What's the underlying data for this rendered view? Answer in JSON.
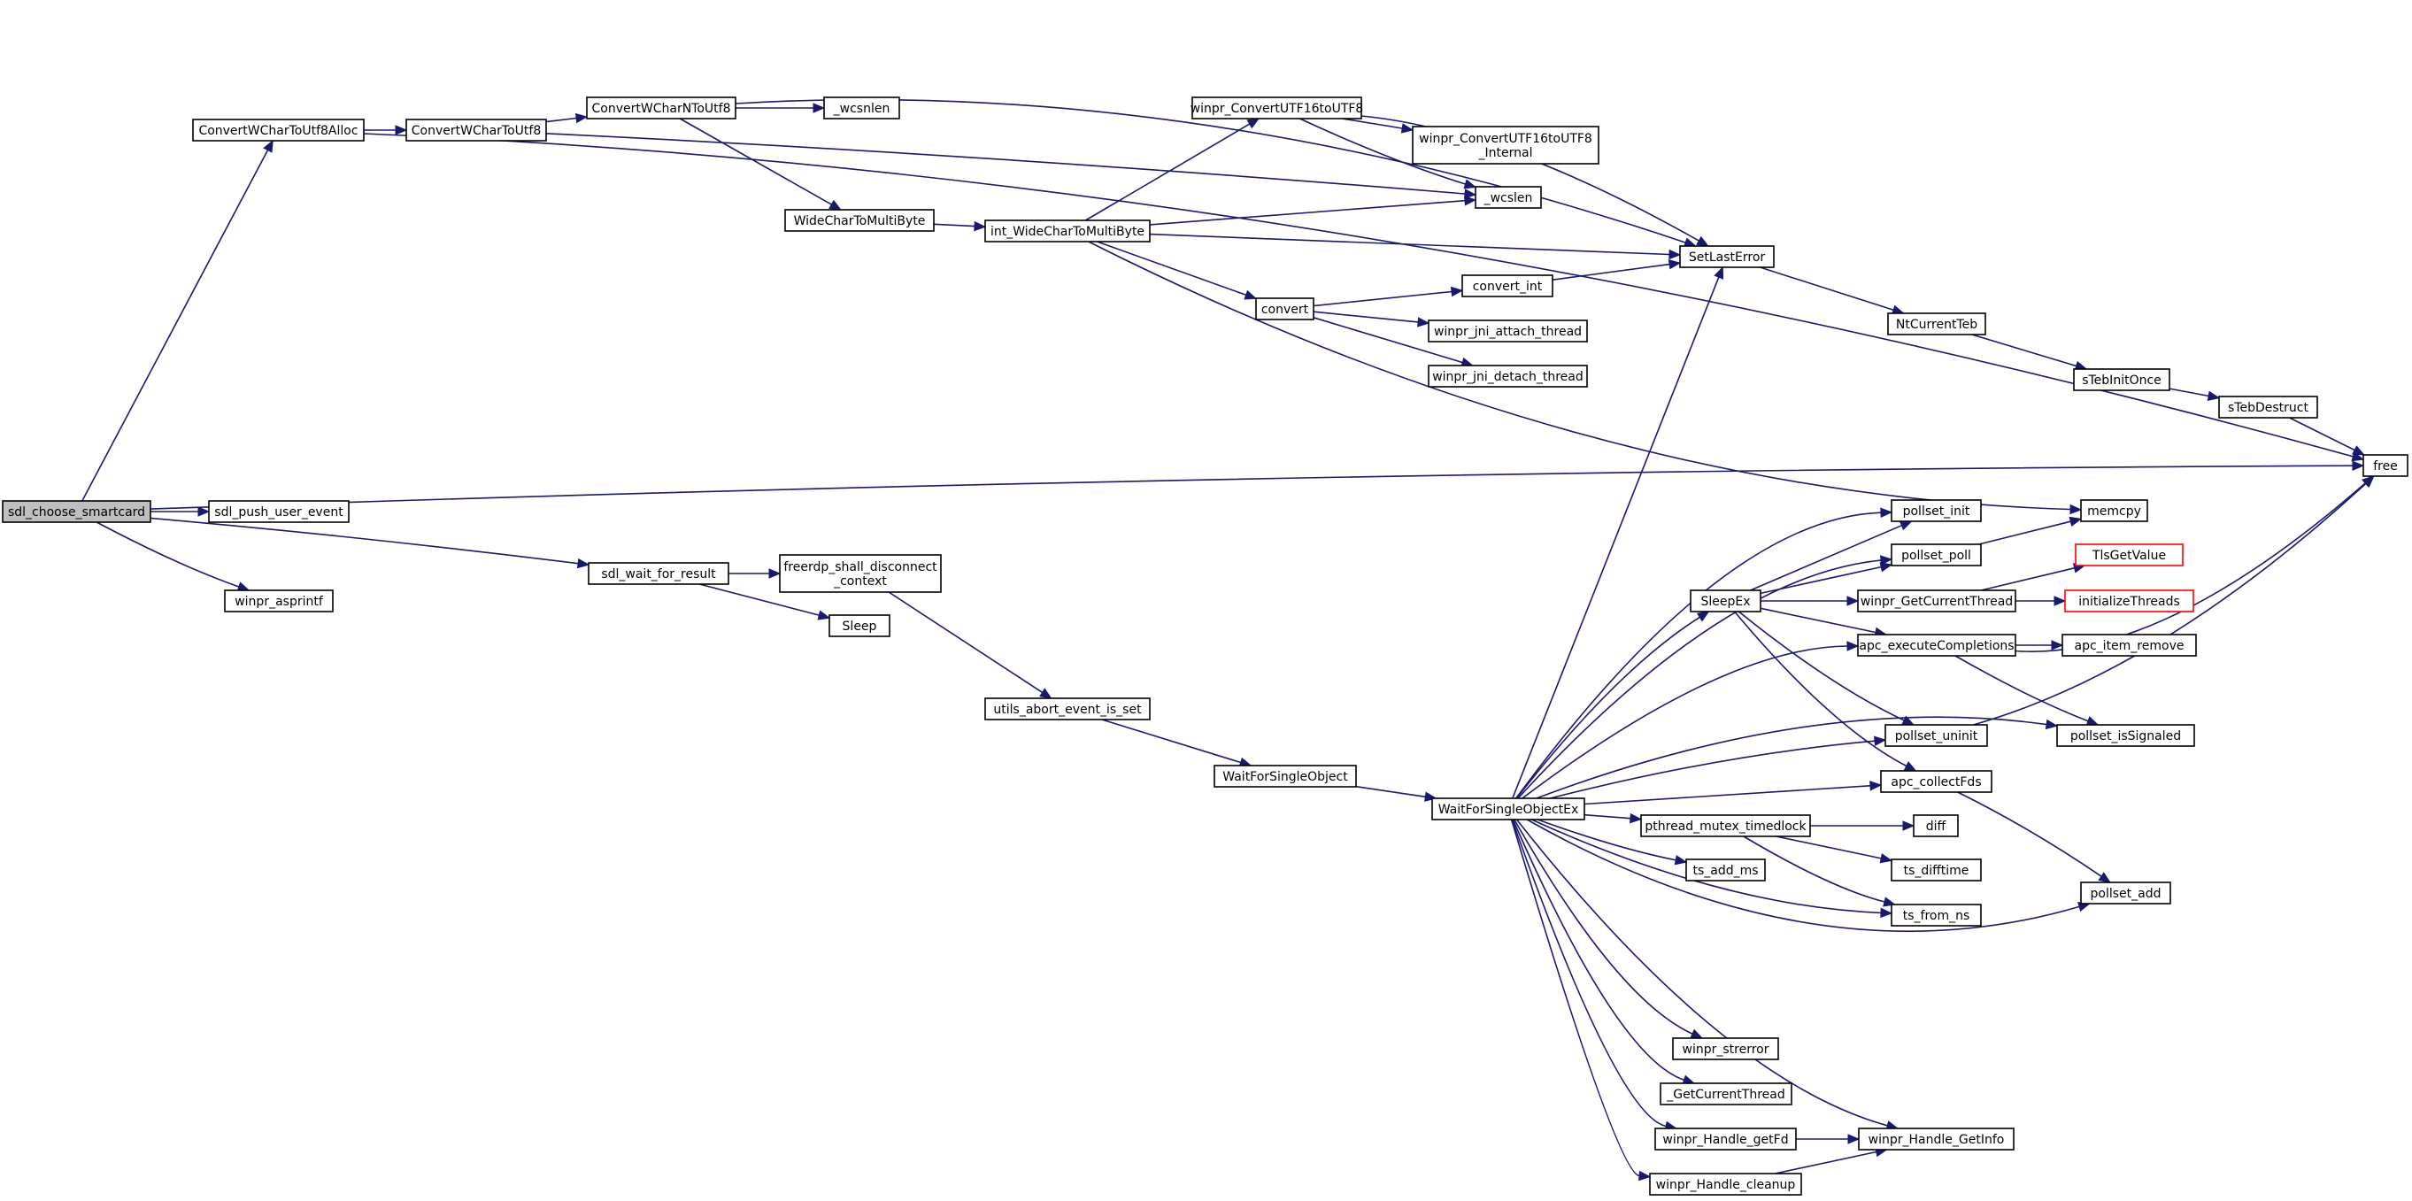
{
  "colors": {
    "edge": "#191970",
    "node_border": "#000000",
    "root_fill": "#bfbfbf",
    "truncated_border": "#ff0000"
  },
  "nodes": [
    {
      "id": "sdl_choose_smartcard",
      "lines": [
        "sdl_choose_smartcard"
      ],
      "kind": "root"
    },
    {
      "id": "ConvertWCharToUtf8Alloc",
      "lines": [
        "ConvertWCharToUtf8Alloc"
      ]
    },
    {
      "id": "ConvertWCharToUtf8",
      "lines": [
        "ConvertWCharToUtf8"
      ]
    },
    {
      "id": "ConvertWCharNToUtf8",
      "lines": [
        "ConvertWCharNToUtf8"
      ]
    },
    {
      "id": "_wcsnlen",
      "lines": [
        "_wcsnlen"
      ]
    },
    {
      "id": "WideCharToMultiByte",
      "lines": [
        "WideCharToMultiByte"
      ]
    },
    {
      "id": "int_WideCharToMultiByte",
      "lines": [
        "int_WideCharToMultiByte"
      ]
    },
    {
      "id": "winpr_ConvertUTF16toUTF8",
      "lines": [
        "winpr_ConvertUTF16toUTF8"
      ]
    },
    {
      "id": "winpr_ConvertUTF16toUTF8_Internal",
      "lines": [
        "winpr_ConvertUTF16toUTF8",
        "_Internal"
      ]
    },
    {
      "id": "_wcslen",
      "lines": [
        "_wcslen"
      ]
    },
    {
      "id": "SetLastError",
      "lines": [
        "SetLastError"
      ]
    },
    {
      "id": "convert",
      "lines": [
        "convert"
      ]
    },
    {
      "id": "convert_int",
      "lines": [
        "convert_int"
      ]
    },
    {
      "id": "winpr_jni_attach_thread",
      "lines": [
        "winpr_jni_attach_thread"
      ]
    },
    {
      "id": "winpr_jni_detach_thread",
      "lines": [
        "winpr_jni_detach_thread"
      ]
    },
    {
      "id": "NtCurrentTeb",
      "lines": [
        "NtCurrentTeb"
      ]
    },
    {
      "id": "sTebInitOnce",
      "lines": [
        "sTebInitOnce"
      ]
    },
    {
      "id": "sTebDestruct",
      "lines": [
        "sTebDestruct"
      ]
    },
    {
      "id": "free",
      "lines": [
        "free"
      ]
    },
    {
      "id": "memcpy",
      "lines": [
        "memcpy"
      ]
    },
    {
      "id": "sdl_push_user_event",
      "lines": [
        "sdl_push_user_event"
      ]
    },
    {
      "id": "winpr_asprintf",
      "lines": [
        "winpr_asprintf"
      ]
    },
    {
      "id": "sdl_wait_for_result",
      "lines": [
        "sdl_wait_for_result"
      ]
    },
    {
      "id": "freerdp_shall_disconnect_context",
      "lines": [
        "freerdp_shall_disconnect",
        "_context"
      ]
    },
    {
      "id": "Sleep",
      "lines": [
        "Sleep"
      ]
    },
    {
      "id": "utils_abort_event_is_set",
      "lines": [
        "utils_abort_event_is_set"
      ]
    },
    {
      "id": "WaitForSingleObject",
      "lines": [
        "WaitForSingleObject"
      ]
    },
    {
      "id": "WaitForSingleObjectEx",
      "lines": [
        "WaitForSingleObjectEx"
      ]
    },
    {
      "id": "pollset_init",
      "lines": [
        "pollset_init"
      ]
    },
    {
      "id": "pollset_poll",
      "lines": [
        "pollset_poll"
      ]
    },
    {
      "id": "SleepEx",
      "lines": [
        "SleepEx"
      ]
    },
    {
      "id": "winpr_GetCurrentThread",
      "lines": [
        "winpr_GetCurrentThread"
      ]
    },
    {
      "id": "TlsGetValue",
      "lines": [
        "TlsGetValue"
      ],
      "kind": "truncated"
    },
    {
      "id": "initializeThreads",
      "lines": [
        "initializeThreads"
      ],
      "kind": "truncated"
    },
    {
      "id": "apc_executeCompletions",
      "lines": [
        "apc_executeCompletions"
      ]
    },
    {
      "id": "apc_item_remove",
      "lines": [
        "apc_item_remove"
      ]
    },
    {
      "id": "pollset_uninit",
      "lines": [
        "pollset_uninit"
      ]
    },
    {
      "id": "pollset_isSignaled",
      "lines": [
        "pollset_isSignaled"
      ]
    },
    {
      "id": "apc_collectFds",
      "lines": [
        "apc_collectFds"
      ]
    },
    {
      "id": "pthread_mutex_timedlock",
      "lines": [
        "pthread_mutex_timedlock"
      ]
    },
    {
      "id": "diff",
      "lines": [
        "diff"
      ]
    },
    {
      "id": "ts_difftime",
      "lines": [
        "ts_difftime"
      ]
    },
    {
      "id": "ts_add_ms",
      "lines": [
        "ts_add_ms"
      ]
    },
    {
      "id": "pollset_add",
      "lines": [
        "pollset_add"
      ]
    },
    {
      "id": "ts_from_ns",
      "lines": [
        "ts_from_ns"
      ]
    },
    {
      "id": "winpr_strerror",
      "lines": [
        "winpr_strerror"
      ]
    },
    {
      "id": "_GetCurrentThread",
      "lines": [
        "_GetCurrentThread"
      ]
    },
    {
      "id": "winpr_Handle_getFd",
      "lines": [
        "winpr_Handle_getFd"
      ]
    },
    {
      "id": "winpr_Handle_GetInfo",
      "lines": [
        "winpr_Handle_GetInfo"
      ]
    },
    {
      "id": "winpr_Handle_cleanup",
      "lines": [
        "winpr_Handle_cleanup"
      ]
    }
  ],
  "edges": [
    [
      "sdl_choose_smartcard",
      "ConvertWCharToUtf8Alloc"
    ],
    [
      "sdl_choose_smartcard",
      "free"
    ],
    [
      "sdl_choose_smartcard",
      "sdl_push_user_event"
    ],
    [
      "sdl_choose_smartcard",
      "sdl_wait_for_result"
    ],
    [
      "sdl_choose_smartcard",
      "winpr_asprintf"
    ],
    [
      "ConvertWCharToUtf8Alloc",
      "free"
    ],
    [
      "ConvertWCharToUtf8Alloc",
      "ConvertWCharToUtf8"
    ],
    [
      "ConvertWCharToUtf8",
      "ConvertWCharNToUtf8"
    ],
    [
      "ConvertWCharToUtf8",
      "_wcslen"
    ],
    [
      "ConvertWCharNToUtf8",
      "_wcsnlen"
    ],
    [
      "ConvertWCharNToUtf8",
      "SetLastError"
    ],
    [
      "ConvertWCharNToUtf8",
      "WideCharToMultiByte"
    ],
    [
      "WideCharToMultiByte",
      "int_WideCharToMultiByte"
    ],
    [
      "int_WideCharToMultiByte",
      "winpr_ConvertUTF16toUTF8"
    ],
    [
      "int_WideCharToMultiByte",
      "_wcslen"
    ],
    [
      "int_WideCharToMultiByte",
      "SetLastError"
    ],
    [
      "int_WideCharToMultiByte",
      "convert"
    ],
    [
      "int_WideCharToMultiByte",
      "memcpy"
    ],
    [
      "winpr_ConvertUTF16toUTF8",
      "SetLastError"
    ],
    [
      "winpr_ConvertUTF16toUTF8",
      "winpr_ConvertUTF16toUTF8_Internal"
    ],
    [
      "winpr_ConvertUTF16toUTF8",
      "_wcslen"
    ],
    [
      "convert",
      "convert_int"
    ],
    [
      "convert",
      "winpr_jni_attach_thread"
    ],
    [
      "convert",
      "winpr_jni_detach_thread"
    ],
    [
      "convert_int",
      "SetLastError"
    ],
    [
      "SetLastError",
      "NtCurrentTeb"
    ],
    [
      "NtCurrentTeb",
      "sTebInitOnce"
    ],
    [
      "sTebInitOnce",
      "sTebDestruct"
    ],
    [
      "sTebDestruct",
      "free"
    ],
    [
      "sdl_wait_for_result",
      "freerdp_shall_disconnect_context"
    ],
    [
      "sdl_wait_for_result",
      "Sleep"
    ],
    [
      "freerdp_shall_disconnect_context",
      "utils_abort_event_is_set"
    ],
    [
      "utils_abort_event_is_set",
      "WaitForSingleObject"
    ],
    [
      "WaitForSingleObject",
      "WaitForSingleObjectEx"
    ],
    [
      "WaitForSingleObjectEx",
      "SetLastError"
    ],
    [
      "WaitForSingleObjectEx",
      "pollset_init"
    ],
    [
      "WaitForSingleObjectEx",
      "pollset_poll"
    ],
    [
      "WaitForSingleObjectEx",
      "SleepEx"
    ],
    [
      "WaitForSingleObjectEx",
      "apc_executeCompletions"
    ],
    [
      "WaitForSingleObjectEx",
      "pollset_isSignaled"
    ],
    [
      "WaitForSingleObjectEx",
      "pollset_uninit"
    ],
    [
      "WaitForSingleObjectEx",
      "apc_collectFds"
    ],
    [
      "WaitForSingleObjectEx",
      "pthread_mutex_timedlock"
    ],
    [
      "WaitForSingleObjectEx",
      "ts_add_ms"
    ],
    [
      "WaitForSingleObjectEx",
      "ts_from_ns"
    ],
    [
      "WaitForSingleObjectEx",
      "pollset_add"
    ],
    [
      "WaitForSingleObjectEx",
      "winpr_strerror"
    ],
    [
      "WaitForSingleObjectEx",
      "_GetCurrentThread"
    ],
    [
      "WaitForSingleObjectEx",
      "winpr_Handle_getFd"
    ],
    [
      "WaitForSingleObjectEx",
      "winpr_Handle_GetInfo"
    ],
    [
      "WaitForSingleObjectEx",
      "winpr_Handle_cleanup"
    ],
    [
      "pollset_poll",
      "memcpy"
    ],
    [
      "SleepEx",
      "pollset_init"
    ],
    [
      "SleepEx",
      "pollset_poll"
    ],
    [
      "SleepEx",
      "winpr_GetCurrentThread"
    ],
    [
      "SleepEx",
      "apc_executeCompletions"
    ],
    [
      "SleepEx",
      "pollset_uninit"
    ],
    [
      "SleepEx",
      "apc_collectFds"
    ],
    [
      "winpr_GetCurrentThread",
      "TlsGetValue"
    ],
    [
      "winpr_GetCurrentThread",
      "initializeThreads"
    ],
    [
      "apc_executeCompletions",
      "apc_item_remove"
    ],
    [
      "apc_executeCompletions",
      "free"
    ],
    [
      "apc_executeCompletions",
      "pollset_isSignaled"
    ],
    [
      "pollset_uninit",
      "free"
    ],
    [
      "apc_collectFds",
      "pollset_add"
    ],
    [
      "pthread_mutex_timedlock",
      "diff"
    ],
    [
      "pthread_mutex_timedlock",
      "ts_difftime"
    ],
    [
      "pthread_mutex_timedlock",
      "ts_from_ns"
    ],
    [
      "winpr_Handle_getFd",
      "winpr_Handle_GetInfo"
    ],
    [
      "winpr_Handle_cleanup",
      "winpr_Handle_GetInfo"
    ]
  ]
}
